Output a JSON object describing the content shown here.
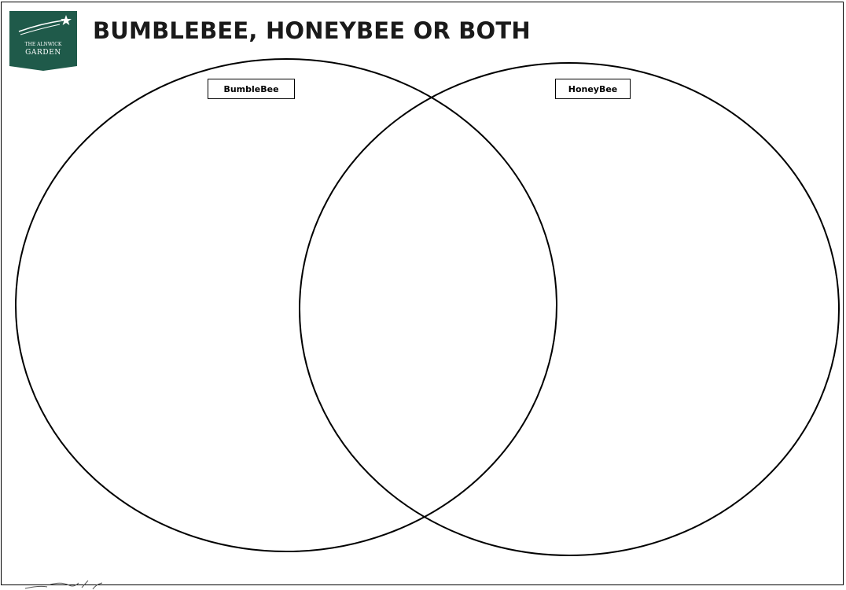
{
  "logo": {
    "line1": "THE ALNWICK",
    "line2": "GARDEN",
    "colors": {
      "banner": "#1f5a4a",
      "text": "#ffffff"
    }
  },
  "title": "BUMBLEBEE, HONEYBEE OR BOTH",
  "venn": {
    "sets": [
      {
        "label": "BumbleBee"
      },
      {
        "label": "HoneyBee"
      }
    ],
    "stroke_color": "#000000"
  }
}
